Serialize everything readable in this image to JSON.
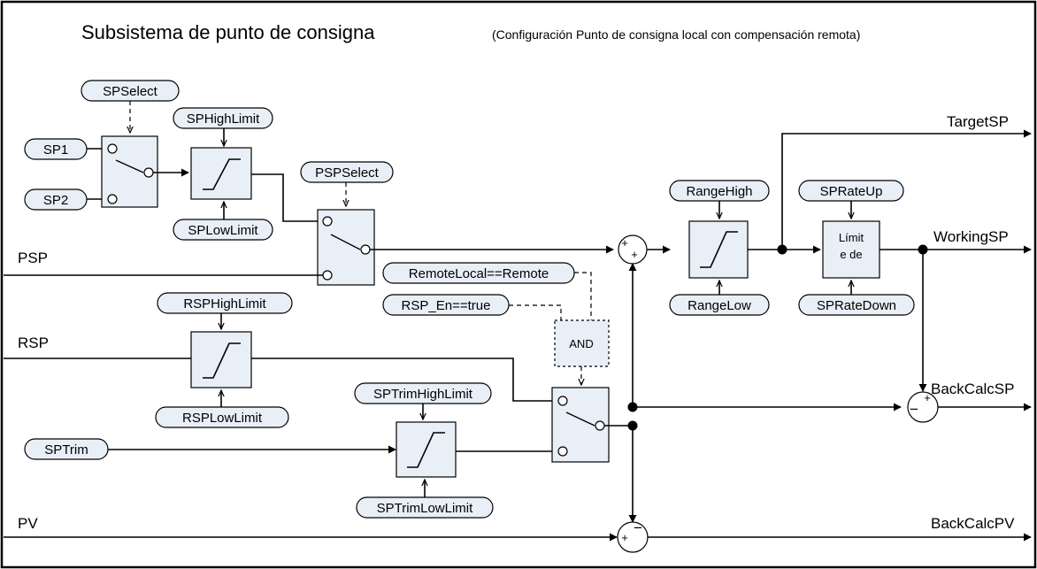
{
  "title": "Subsistema de punto de consigna",
  "subtitle": "(Configuración Punto de consigna local con compensación remota)",
  "inputs": {
    "psp": "PSP",
    "rsp": "RSP",
    "pv": "PV"
  },
  "outputs": {
    "target_sp": "TargetSP",
    "working_sp": "WorkingSP",
    "back_calc_sp": "BackCalcSP",
    "back_calc_pv": "BackCalcPV"
  },
  "parameters": {
    "sp_select": "SPSelect",
    "sp1": "SP1",
    "sp2": "SP2",
    "sp_high_limit": "SPHighLimit",
    "sp_low_limit": "SPLowLimit",
    "psp_select": "PSPSelect",
    "rsp_high_limit": "RSPHighLimit",
    "rsp_low_limit": "RSPLowLimit",
    "sp_trim": "SPTrim",
    "sp_trim_high_limit": "SPTrimHighLimit",
    "sp_trim_low_limit": "SPTrimLowLimit",
    "remote_local": "RemoteLocal==Remote",
    "rsp_en": "RSP_En==true",
    "range_high": "RangeHigh",
    "range_low": "RangeLow",
    "sp_rate_up": "SPRateUp",
    "sp_rate_down": "SPRateDown"
  },
  "blocks": {
    "and_gate": "AND",
    "rate_limit_line1": "Límit",
    "rate_limit_line2": "e de"
  },
  "signs": {
    "plus": "+",
    "minus": "−"
  }
}
